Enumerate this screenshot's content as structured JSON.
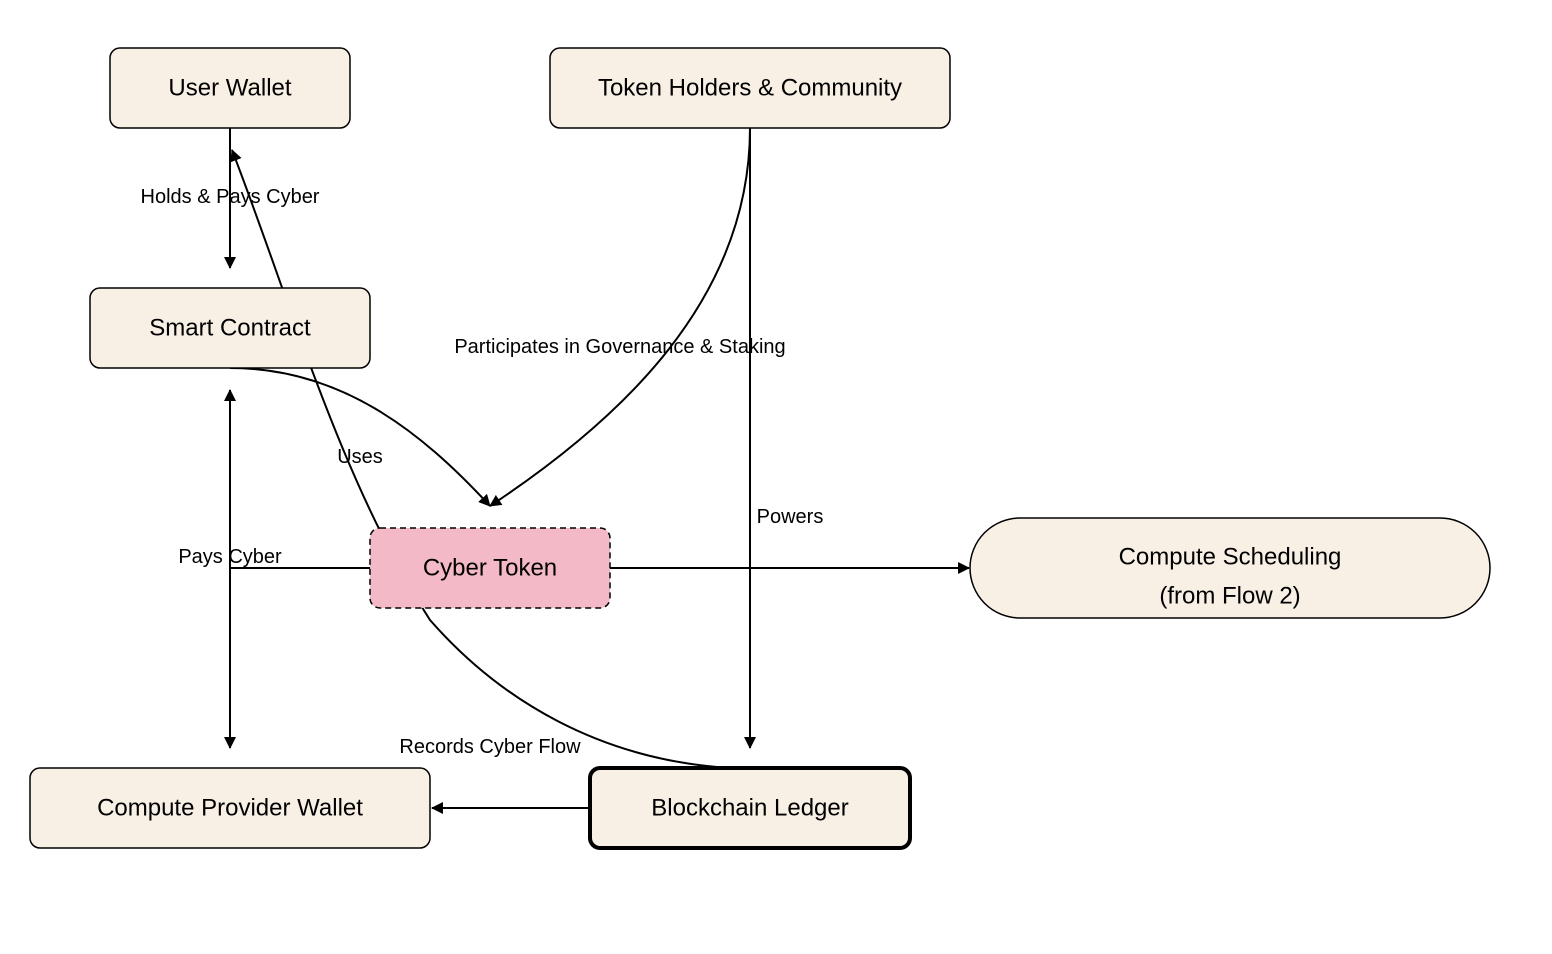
{
  "colors": {
    "node_fill": "#f8efe5",
    "node_stroke": "#000000",
    "token_fill": "#f4b9c6",
    "edge": "#000000"
  },
  "nodes": {
    "user_wallet": "User Wallet",
    "token_holders": "Token Holders & Community",
    "smart_contract": "Smart Contract",
    "cyber_token": "Cyber Token",
    "compute_scheduling_line1": "Compute Scheduling",
    "compute_scheduling_line2": "(from Flow 2)",
    "compute_provider_wallet": "Compute Provider Wallet",
    "blockchain_ledger": "Blockchain Ledger"
  },
  "edges": {
    "holds_pays": "Holds & Pays Cyber",
    "governance": "Participates in Governance & Staking",
    "uses": "Uses",
    "powers": "Powers",
    "pays_cyber": "Pays Cyber",
    "records_flow": "Records Cyber Flow"
  }
}
